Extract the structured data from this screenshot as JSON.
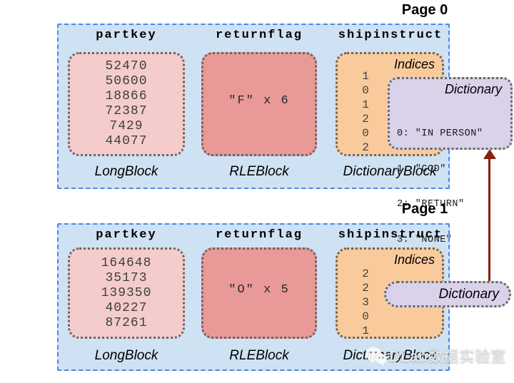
{
  "page0": {
    "title": "Page 0",
    "columns": {
      "partkey": {
        "header": "partkey",
        "block_label": "LongBlock",
        "values": [
          "52470",
          "50600",
          "18866",
          "72387",
          "7429",
          "44077"
        ]
      },
      "returnflag": {
        "header": "returnflag",
        "block_label": "RLEBlock",
        "value": "\"F\" x 6"
      },
      "shipinstruct": {
        "header": "shipinstruct",
        "block_label": "DictionaryBlock",
        "indices_title": "Indices",
        "indices": [
          "1",
          "0",
          "1",
          "2",
          "0",
          "2"
        ]
      }
    },
    "dictionary": {
      "title": "Dictionary",
      "entries": [
        "0: \"IN PERSON\"",
        "1: \"COD\"",
        "2: \"RETURN\"",
        "3: \"NONE\""
      ]
    }
  },
  "page1": {
    "title": "Page 1",
    "columns": {
      "partkey": {
        "header": "partkey",
        "block_label": "LongBlock",
        "values": [
          "164648",
          "35173",
          "139350",
          "40227",
          "87261"
        ]
      },
      "returnflag": {
        "header": "returnflag",
        "block_label": "RLEBlock",
        "value": "\"O\" x 5"
      },
      "shipinstruct": {
        "header": "shipinstruct",
        "block_label": "DictionaryBlock",
        "indices_title": "Indices",
        "indices": [
          "2",
          "2",
          "3",
          "0",
          "1"
        ]
      }
    },
    "dictionary_ref": {
      "title": "Dictionary"
    }
  },
  "watermark": {
    "text": "DLab数据实验室",
    "icon": "wechat-icon"
  },
  "colors": {
    "panel_bg": "#cfe2f3",
    "panel_border": "#4a86e8",
    "long_block_bg": "#f4cccc",
    "rle_block_bg": "#ea9999",
    "dictionary_block_bg": "#f9cb9c",
    "dictionary_bg": "#d9d2e9",
    "dotted_border": "#666666",
    "arrow": "#85200c"
  }
}
